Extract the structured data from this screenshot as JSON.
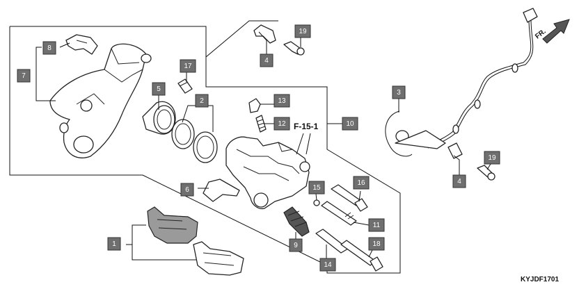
{
  "diagram": {
    "figure_code": "KYJDF1701",
    "reference": "F-15-1",
    "direction_label": "FR.",
    "callouts": [
      {
        "id": "c1",
        "label": "1"
      },
      {
        "id": "c2",
        "label": "2"
      },
      {
        "id": "c3",
        "label": "3"
      },
      {
        "id": "c4a",
        "label": "4"
      },
      {
        "id": "c4b",
        "label": "4"
      },
      {
        "id": "c5",
        "label": "5"
      },
      {
        "id": "c6",
        "label": "6"
      },
      {
        "id": "c7",
        "label": "7"
      },
      {
        "id": "c8",
        "label": "8"
      },
      {
        "id": "c9",
        "label": "9"
      },
      {
        "id": "c10",
        "label": "10"
      },
      {
        "id": "c11",
        "label": "11"
      },
      {
        "id": "c12",
        "label": "12"
      },
      {
        "id": "c13",
        "label": "13"
      },
      {
        "id": "c14",
        "label": "14"
      },
      {
        "id": "c15",
        "label": "15"
      },
      {
        "id": "c16",
        "label": "16"
      },
      {
        "id": "c17",
        "label": "17"
      },
      {
        "id": "c18",
        "label": "18"
      },
      {
        "id": "c19a",
        "label": "19"
      },
      {
        "id": "c19b",
        "label": "19"
      }
    ]
  }
}
